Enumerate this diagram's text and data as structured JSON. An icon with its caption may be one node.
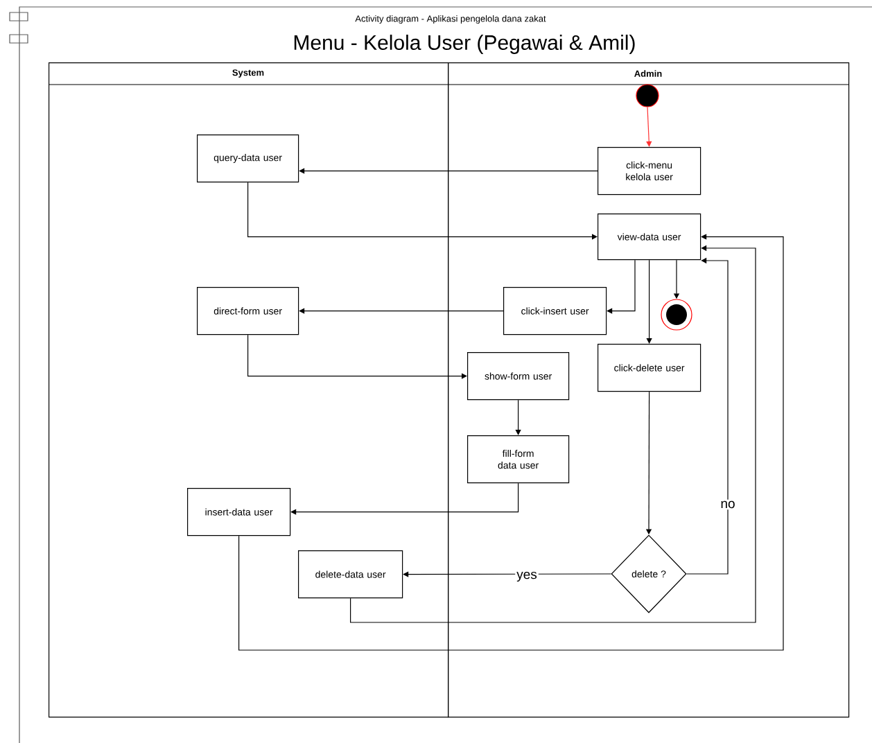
{
  "diagram": {
    "title": "Menu - Kelola User (Pegawai & Amil)",
    "nodes": [
      {
        "text": [
          "System"
        ]
      },
      {
        "text": [
          "Admin"
        ]
      },
      {
        "text": [],
        "shape": "circle",
        "in": 1
      },
      {
        "text": [
          "click-menu kelola user"
        ],
        "in": 1
      },
      {
        "text": [
          "query-data user"
        ],
        "in": 0
      },
      {
        "text": [
          "view-data user"
        ],
        "in": 1
      },
      {
        "text": [
          "click-insert user"
        ],
        "in": 1
      },
      {
        "text": [],
        "shape": "circle",
        "in": 1
      },
      {
        "text": [
          "direct-form user"
        ],
        "in": 0
      },
      {
        "text": [
          "click-delete user"
        ],
        "in": 1
      },
      {
        "text": [
          "show-form user"
        ],
        "in": 1
      },
      {
        "text": [
          "fill-form data user"
        ],
        "in": 1
      },
      {
        "text": [
          "insert-data user"
        ],
        "in": 0
      },
      {
        "text": [
          "delete-data user"
        ],
        "in": 0
      },
      {
        "text": [
          "delete ?"
        ],
        "in": 1
      }
    ],
    "edges": [
      {
        "from": 2,
        "to": 3,
        "arrow": "to",
        "color": "#ff3333"
      },
      {
        "from": 3,
        "to": 4,
        "arrow": "to"
      },
      {
        "from": 4,
        "to": 5,
        "arrow": "to"
      },
      {
        "from": 5,
        "to": 6,
        "arrow": "to"
      },
      {
        "from": 5,
        "to": 7,
        "arrow": "to"
      },
      {
        "from": 5,
        "to": 9,
        "arrow": "to"
      },
      {
        "from": 6,
        "to": 8,
        "arrow": "to"
      },
      {
        "from": 8,
        "to": 10,
        "arrow": "to"
      },
      {
        "from": 10,
        "to": 11,
        "arrow": "to"
      },
      {
        "from": 11,
        "to": 12,
        "arrow": "to"
      },
      {
        "from": 9,
        "to": 14,
        "arrow": "to"
      },
      {
        "from": 14,
        "to": 13,
        "arrow": "to",
        "label": "yes"
      },
      {
        "from": 14,
        "to": 5,
        "arrow": "to",
        "label": "no"
      },
      {
        "from": 13,
        "to": 5,
        "arrow": "to"
      },
      {
        "from": 12,
        "to": 5,
        "arrow": "to"
      }
    ],
    "labels": [
      "Activity diagram - Aplikasi pengelola dana zakat"
    ]
  }
}
